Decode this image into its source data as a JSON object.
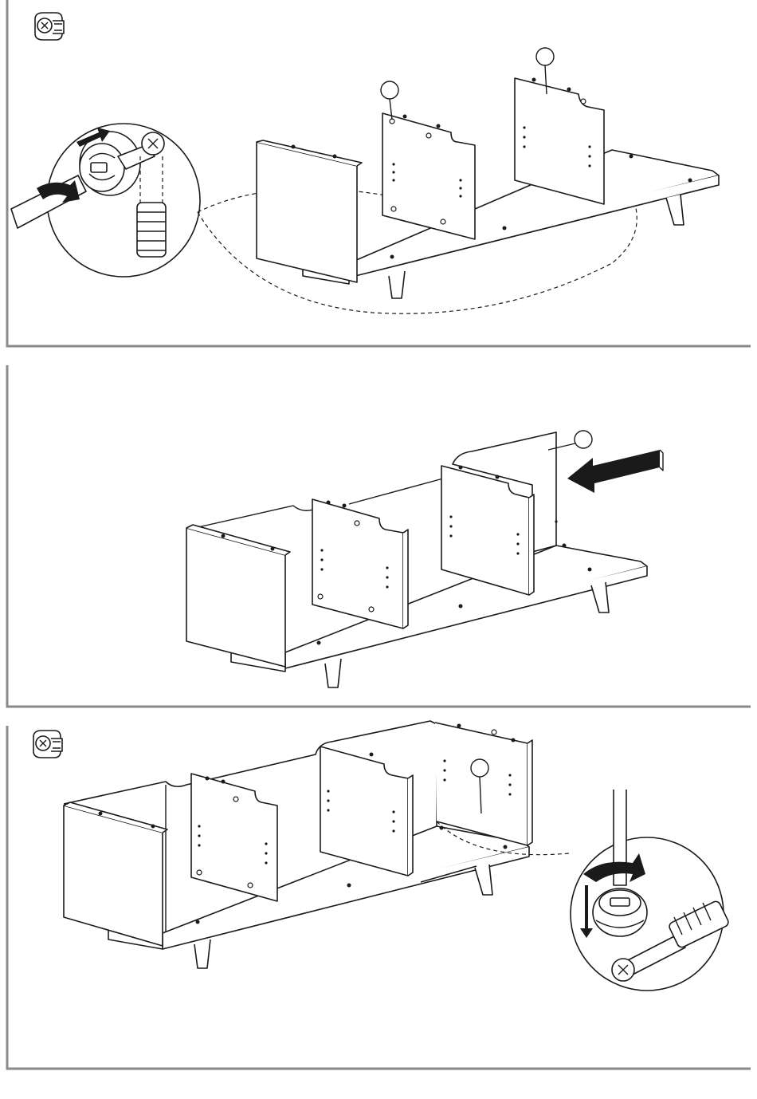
{
  "page": {
    "steps": [
      {
        "id": "step-a",
        "tool_icon": "cam-lock-fitting-icon",
        "callouts": [
          "",
          ""
        ],
        "detail": "cam-lock-insert-detail"
      },
      {
        "id": "step-b",
        "callouts": [
          ""
        ],
        "arrow": "insert-direction-arrow"
      },
      {
        "id": "step-c",
        "tool_icon": "cam-lock-fitting-icon",
        "callouts": [
          ""
        ],
        "detail": "cam-lock-tighten-detail"
      }
    ],
    "colors": {
      "line": "#1a1a1a",
      "frame": "#8a8a8a",
      "fill": "#ffffff"
    }
  }
}
